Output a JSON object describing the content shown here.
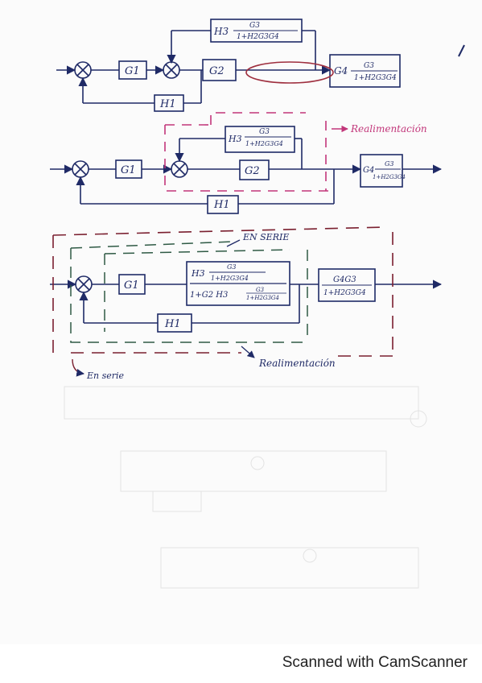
{
  "diagram1": {
    "g1": "G1",
    "g2": "G2",
    "h1": "H1",
    "h3": "H3",
    "h3_num": "G3",
    "h3_den": "1+H2G3G4",
    "g4": "G4",
    "g4_num": "G3",
    "g4_den": "1+H2G3G4"
  },
  "diagram2": {
    "g1": "G1",
    "g2": "G2",
    "h1": "H1",
    "h3": "H3",
    "h3_num": "G3",
    "h3_den": "1+H2G3G4",
    "g4": "G4",
    "g4_num": "G3",
    "g4_den": "1+H2G3G4",
    "annotation": "Realimentación"
  },
  "diagram3": {
    "g1": "G1",
    "h1": "H1",
    "big_top_h3": "H3",
    "big_top_num": "G3",
    "big_top_den": "1+H2G3G4",
    "big_bottom_prefix": "1+G2 H3",
    "big_bottom_num": "G3",
    "big_bottom_den": "1+H2G3G4",
    "out_num": "G4G3",
    "out_den": "1+H2G3G4",
    "label_serie_top": "EN SERIE",
    "label_serie_bottom": "En serie",
    "label_realim": "Realimentación"
  },
  "footer": {
    "scanner": "Scanned with CamScanner"
  },
  "colors": {
    "ink": "#1f2a66",
    "pink": "#c2367a",
    "dark_red": "#7a1f2f",
    "green": "#2f5a45"
  }
}
